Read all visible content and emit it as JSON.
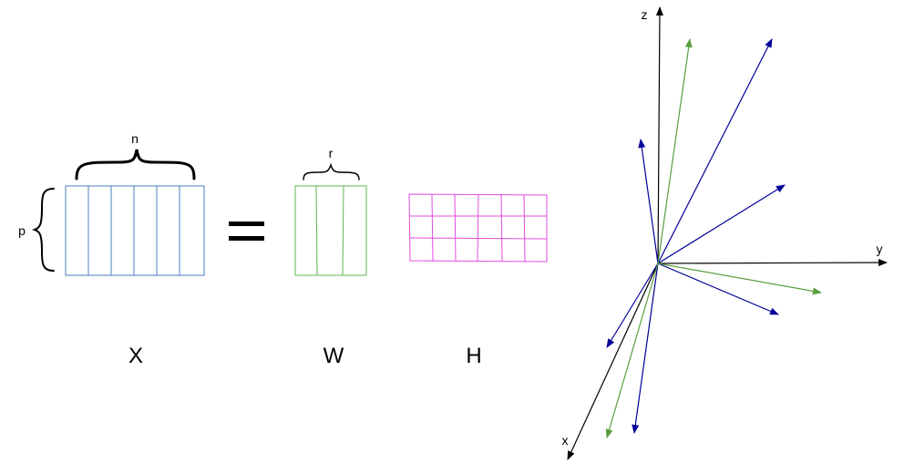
{
  "labels": {
    "n": "n",
    "p": "p",
    "r": "r",
    "x_matrix": "X",
    "w_matrix": "W",
    "h_matrix": "H"
  },
  "axes": {
    "x": "x",
    "y": "y",
    "z": "z"
  },
  "colors": {
    "x_matrix": "#4a7fc1",
    "w_matrix": "#5fb550",
    "h_matrix": "#e14be0",
    "axis": "#000000",
    "blue_vector": "#000099",
    "green_vector": "#5a9e3e"
  }
}
